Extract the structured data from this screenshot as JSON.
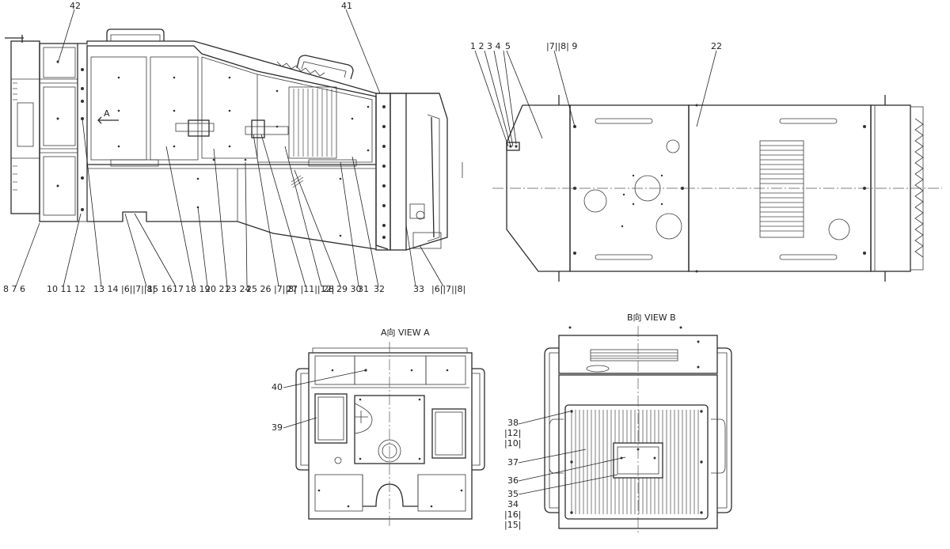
{
  "views": {
    "view_a_title": "A向  VIEW A",
    "view_b_title": "B向  VIEW B",
    "section_marker": "A"
  },
  "side_view": {
    "top_labels": [
      "42",
      "41"
    ],
    "bottom_labels": [
      "8 7 6",
      "10 11 12",
      "13 14 |6||7||8|",
      "15 16",
      "17",
      "18 19",
      "20 21",
      "23 24",
      "25 26 |7||8|",
      "27 |11||12|",
      "28",
      "29 30",
      "31",
      "32",
      "33",
      "|6||7||8|"
    ]
  },
  "top_view": {
    "labels": [
      "1 2 3 4",
      "5",
      "|7||8| 9",
      "22"
    ]
  },
  "view_a": {
    "labels": [
      "40",
      "39"
    ]
  },
  "view_b": {
    "labels": [
      "38",
      "|12|",
      "|10|",
      "37",
      "36",
      "35",
      "34",
      "|16|",
      "|15|"
    ]
  }
}
